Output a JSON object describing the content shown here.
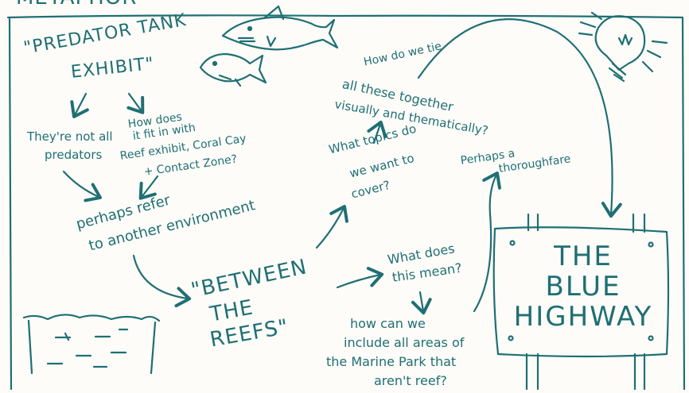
{
  "header": {
    "partial_title": "METAPHOR"
  },
  "notes": {
    "predator_tank": "\"PREDATOR TANK",
    "exhibit": "EXHIBIT\"",
    "not_all_1": "They're not all",
    "not_all_2": "predators",
    "how_fit_1": "How does",
    "how_fit_2": "it fit in with",
    "how_fit_3": "Reef exhibit, Coral Cay",
    "how_fit_4": "+ Contact Zone?",
    "refer_1": "perhaps refer",
    "refer_2": "to another environment",
    "between_1": "\"BETWEEN",
    "between_2": "THE",
    "between_3": "REEFS\"",
    "tie_1": "How do we tie",
    "tie_2": "all these together",
    "tie_3": "visually and thematically?",
    "topics_1": "What topics do",
    "topics_2": "we want to",
    "topics_3": "cover?",
    "mean_1": "What does",
    "mean_2": "this mean?",
    "include_1": "how can we",
    "include_2": "include all areas of",
    "include_3": "the Marine Park that",
    "include_4": "aren't reef?",
    "thoroughfare_1": "Perhaps a",
    "thoroughfare_2": "thoroughfare"
  },
  "sign": {
    "line1": "THE",
    "line2": "BLUE",
    "line3": "HIGHWAY"
  },
  "icons": [
    "shark-icon",
    "fish-icon",
    "lightbulb-icon",
    "fish-pond-icon",
    "road-sign-icon"
  ],
  "colors": {
    "ink": "#1f6f74",
    "paper": "#fdfcf8"
  }
}
